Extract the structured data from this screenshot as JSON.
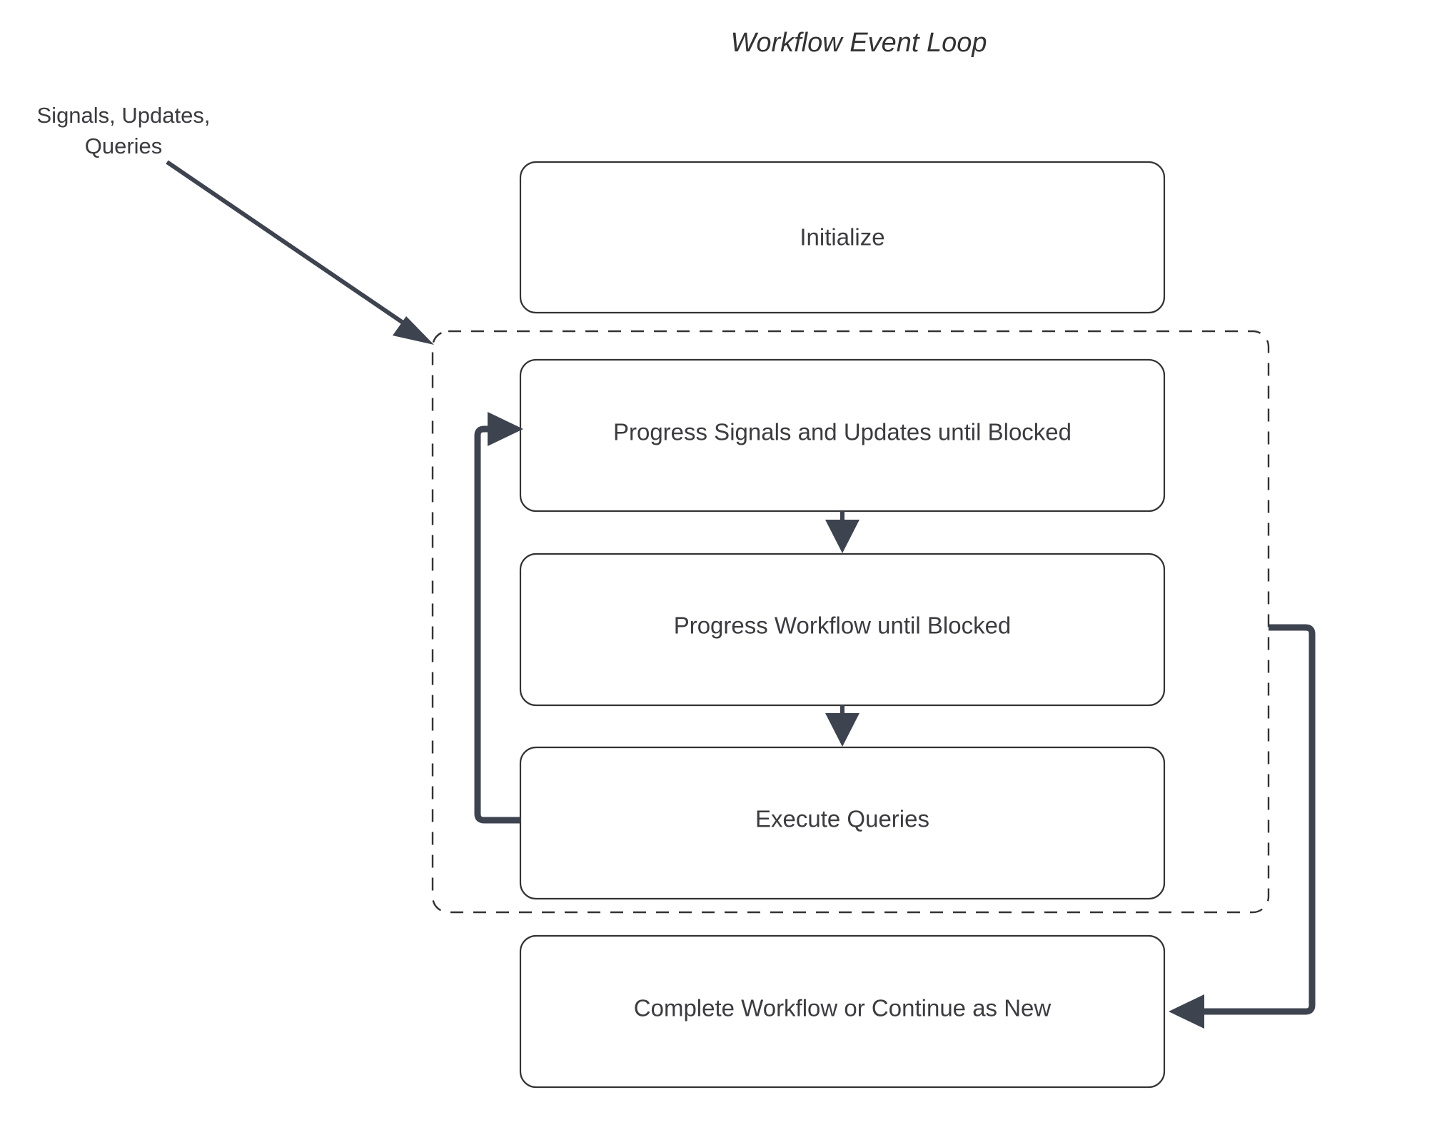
{
  "diagram": {
    "title": "Workflow Event Loop",
    "external_input_label": {
      "line1": "Signals, Updates,",
      "line2": "Queries"
    },
    "nodes": [
      {
        "id": "initialize",
        "label": "Initialize"
      },
      {
        "id": "progress-signals",
        "label": "Progress Signals and Updates until Blocked"
      },
      {
        "id": "progress-workflow",
        "label": "Progress Workflow until Blocked"
      },
      {
        "id": "execute-queries",
        "label": "Execute Queries"
      },
      {
        "id": "complete-workflow",
        "label": "Complete Workflow or Continue as New"
      }
    ],
    "loop_group": {
      "label": "",
      "style": "dashed"
    },
    "colors": {
      "edge": "#3d434f",
      "box_stroke": "#333333",
      "text": "#3b3b40",
      "background": "#ffffff"
    }
  }
}
